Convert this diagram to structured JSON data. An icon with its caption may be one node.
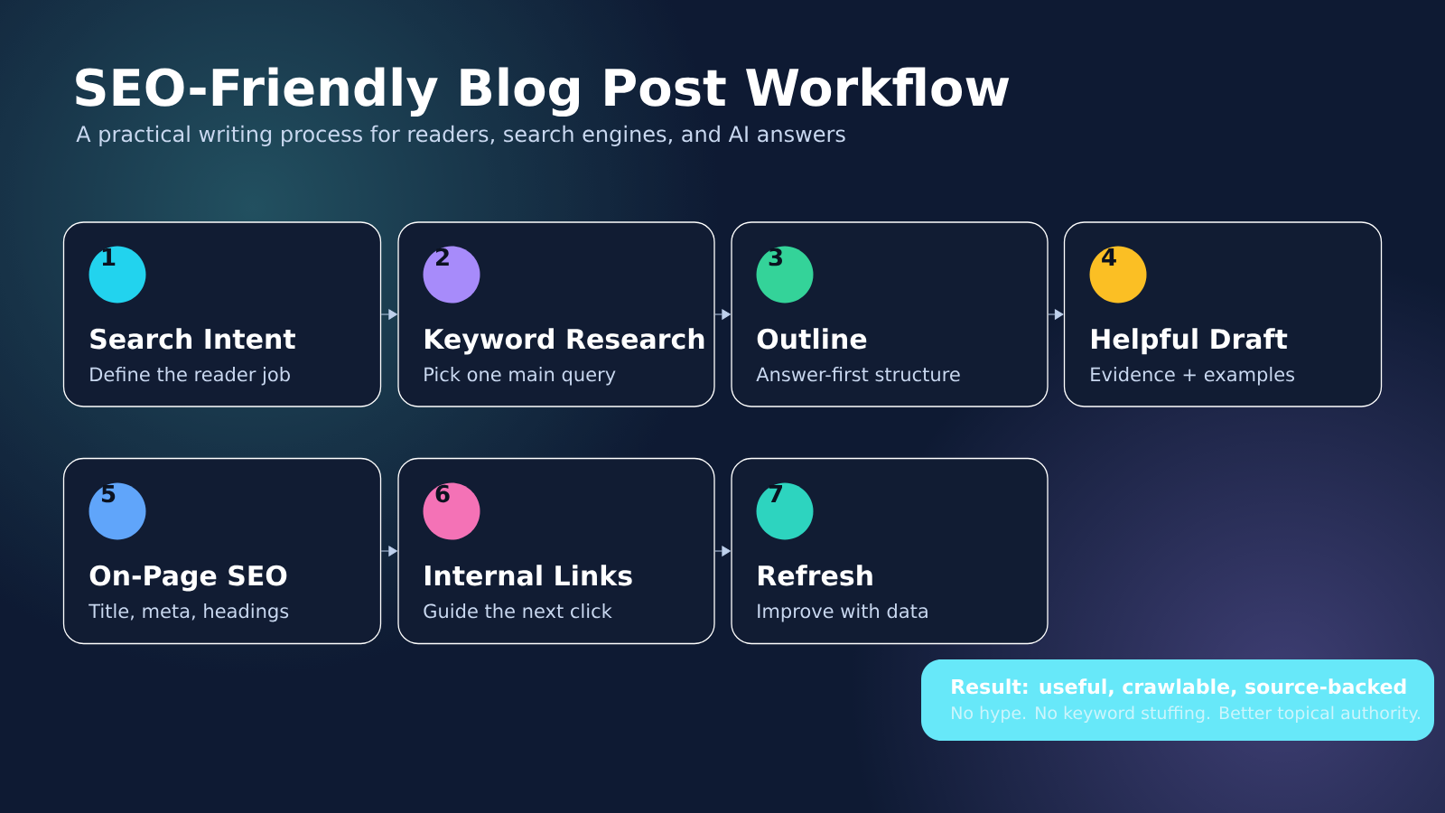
{
  "diagram": {
    "title": "SEO-Friendly Blog Post Workflow",
    "nodes": [
      {
        "text": [
          "Search Intent",
          "Define the reader job"
        ]
      },
      {
        "text": [
          "1"
        ],
        "in": 0
      },
      {
        "text": [
          "Keyword Research",
          "Pick one main query"
        ]
      },
      {
        "text": [
          "2"
        ],
        "in": 2
      },
      {
        "text": [
          "Outline",
          "Answer-first structure"
        ]
      },
      {
        "text": [
          "3"
        ],
        "in": 4
      },
      {
        "text": [
          "Helpful Draft",
          "Evidence + examples"
        ]
      },
      {
        "text": [
          "4"
        ],
        "in": 6
      },
      {
        "text": [
          "On-Page SEO",
          "Title, meta, headings"
        ]
      },
      {
        "text": [
          "5"
        ],
        "in": 8
      },
      {
        "text": [
          "Internal Links",
          "Guide the next click"
        ]
      },
      {
        "text": [
          "6"
        ],
        "in": 10
      },
      {
        "text": [
          "Refresh",
          "Improve with data"
        ]
      },
      {
        "text": [
          "7"
        ],
        "in": 12
      },
      {
        "text": [
          "Result: useful, crawlable, source-backed",
          "No hype. No keyword stuffing. Better topical authority."
        ]
      }
    ],
    "edges": [
      {
        "from": 0,
        "to": 2,
        "arrow": "to"
      },
      {
        "from": 2,
        "to": 4,
        "arrow": "to"
      },
      {
        "from": 4,
        "to": 6,
        "arrow": "to"
      },
      {
        "from": 8,
        "to": 10,
        "arrow": "to"
      },
      {
        "from": 10,
        "to": 12,
        "arrow": "to"
      }
    ],
    "labels": [
      "A practical writing process for readers, search engines, and AI answers"
    ]
  }
}
